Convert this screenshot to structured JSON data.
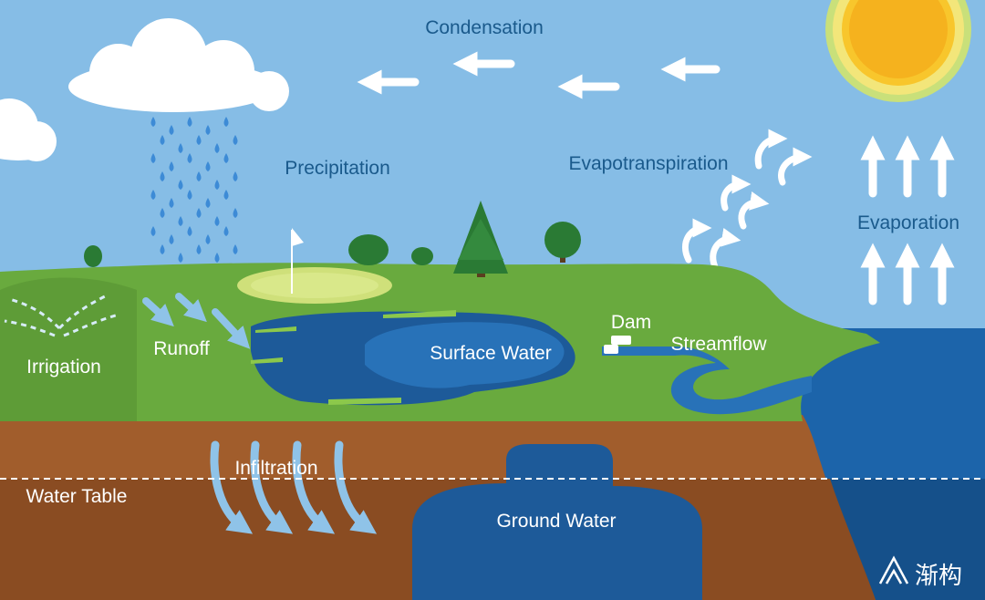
{
  "labels": {
    "condensation": "Condensation",
    "precipitation": "Precipitation",
    "evapotranspiration": "Evapotranspiration",
    "evaporation": "Evaporation",
    "irrigation": "Irrigation",
    "runoff": "Runoff",
    "surface_water": "Surface Water",
    "dam": "Dam",
    "streamflow": "Streamflow",
    "infiltration": "Infiltration",
    "water_table": "Water Table",
    "ground_water": "Ground Water"
  },
  "watermark": "渐构",
  "colors": {
    "sky": "#86bde6",
    "grass": "#69aa3e",
    "soil_upper": "#a15d2c",
    "soil_lower": "#8a4c22",
    "water_dark": "#1c5d99",
    "water_mid": "#2872b8",
    "sun": "#f5b21e",
    "label_dark": "#1a5a8c"
  }
}
